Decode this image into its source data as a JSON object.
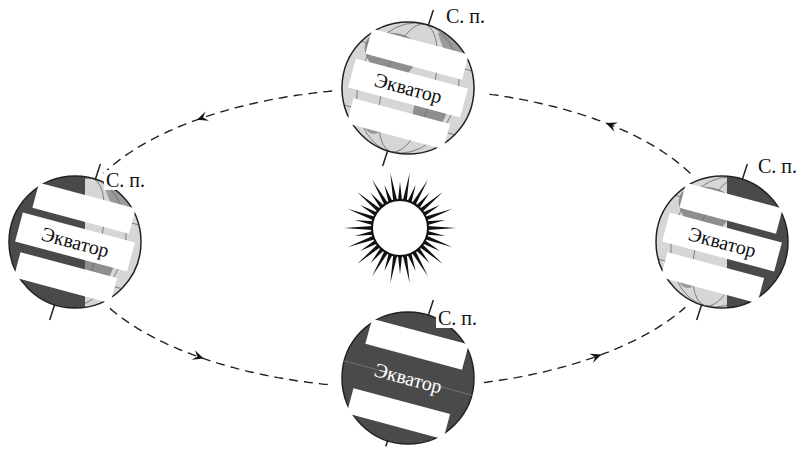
{
  "diagram": {
    "nodes": [
      {
        "text": [
          "Экватор"
        ]
      },
      {
        "text": [
          "Экватор"
        ]
      },
      {
        "text": [
          "Экватор"
        ]
      },
      {
        "text": [
          "Экватор"
        ]
      }
    ],
    "edges": [
      {
        "from": 0,
        "to": 1,
        "arrow": "to"
      },
      {
        "from": 1,
        "to": 3,
        "arrow": "to"
      },
      {
        "from": 3,
        "to": 2,
        "arrow": "to"
      },
      {
        "from": 2,
        "to": 0,
        "arrow": "to"
      }
    ],
    "labels": [
      "С. п.",
      "С. п.",
      "С. п.",
      "С. п."
    ]
  }
}
